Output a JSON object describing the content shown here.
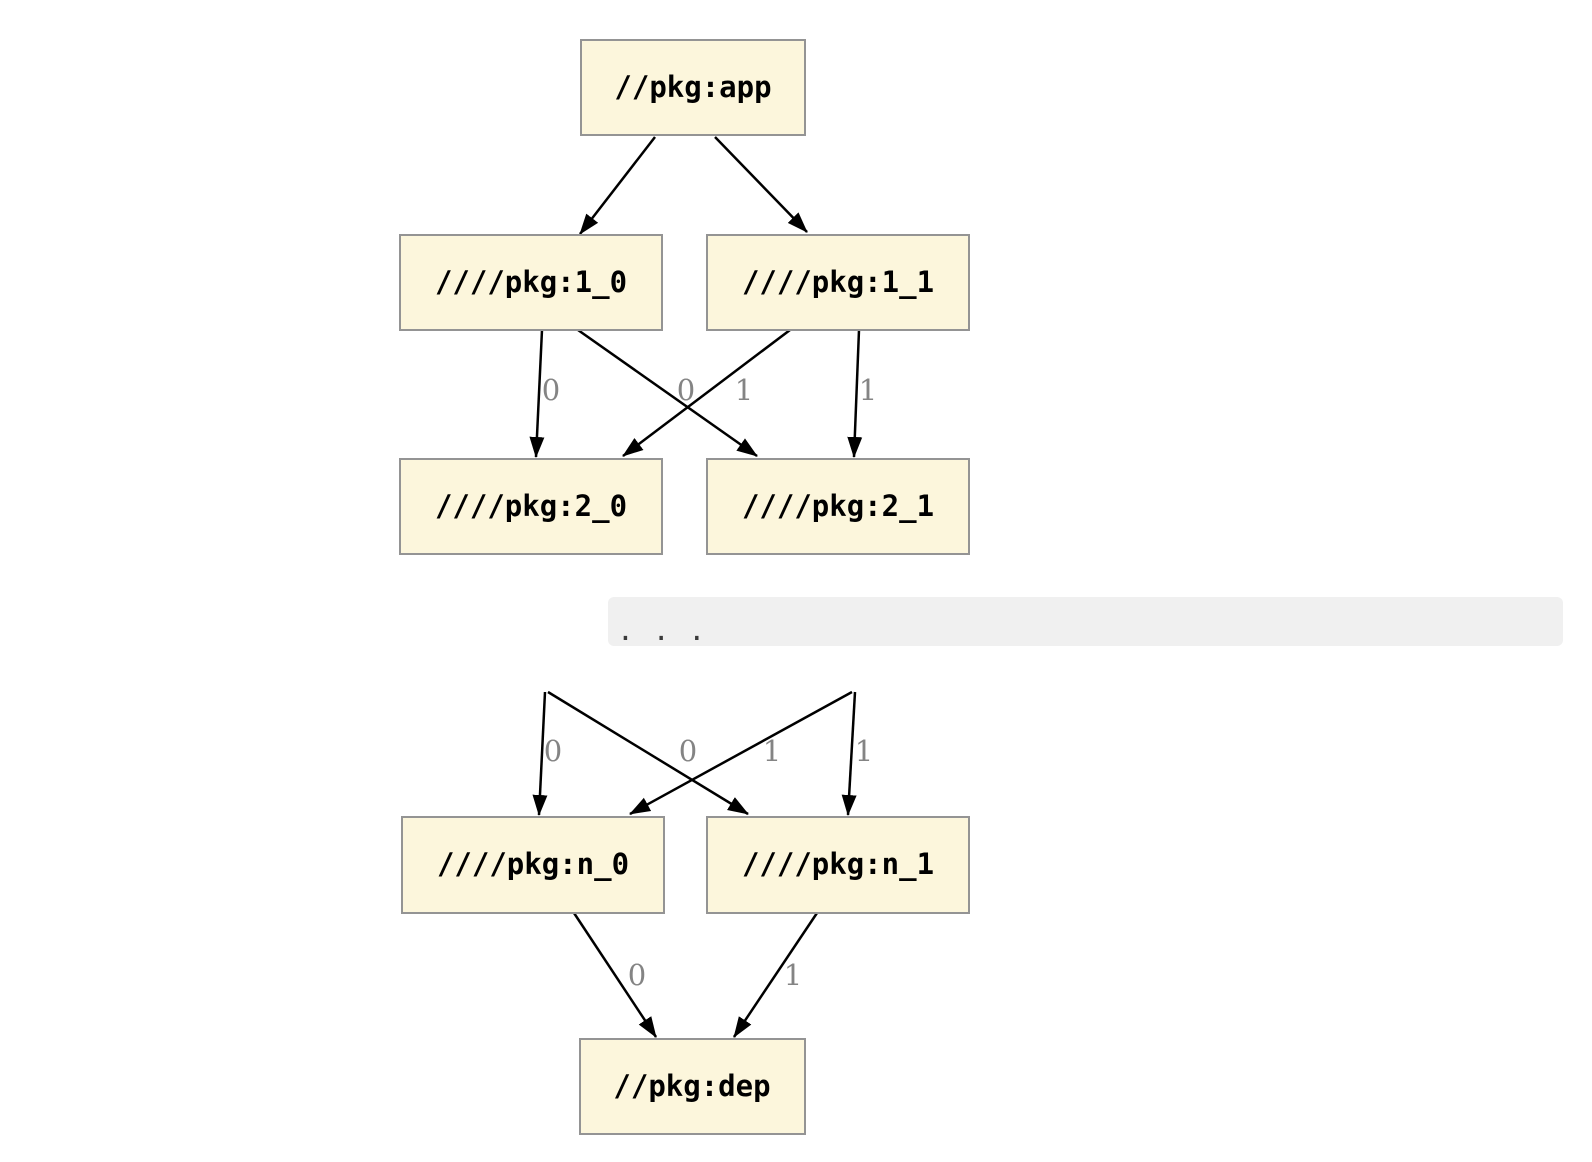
{
  "diagram": {
    "nodes": {
      "app": "//pkg:app",
      "level1": [
        "////pkg:1_0",
        "////pkg:1_1"
      ],
      "level2": [
        "////pkg:2_0",
        "////pkg:2_1"
      ],
      "leveln": [
        "////pkg:n_0",
        "////pkg:n_1"
      ],
      "dep": "//pkg:dep"
    },
    "ellipsis": ". . .",
    "edge_labels": {
      "level1_to_level2": [
        "0",
        "0",
        "1",
        "1"
      ],
      "ellipsis_to_leveln": [
        "0",
        "0",
        "1",
        "1"
      ],
      "leveln_to_dep": [
        "0",
        "1"
      ]
    },
    "colors": {
      "node_fill": "#FCF6DC",
      "node_border": "#949494",
      "node_text": "#000000",
      "edge": "#000000",
      "edge_label": "#848484",
      "ellipsis_band": "#F0F0F0",
      "ellipsis_text": "#3B3B3B"
    }
  }
}
